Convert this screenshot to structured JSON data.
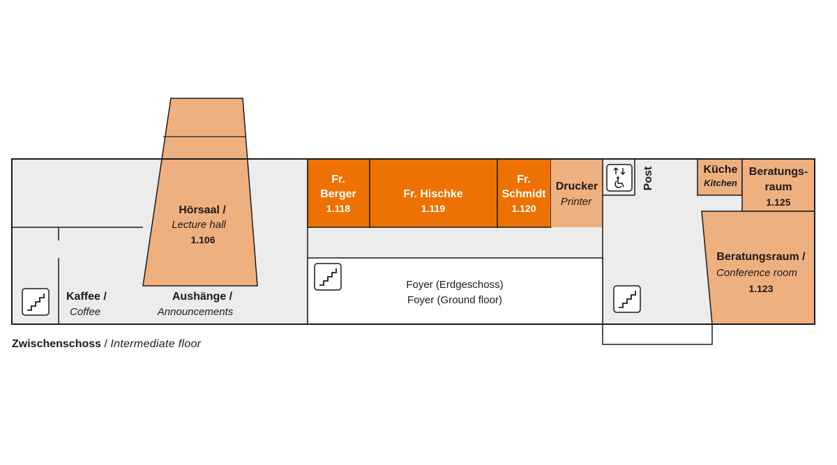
{
  "rooms": {
    "lecture_hall": {
      "name_de": "Hörsaal /",
      "name_en": "Lecture hall",
      "number": "1.106"
    },
    "coffee": {
      "name_de": "Kaffee /",
      "name_en": "Coffee"
    },
    "notices": {
      "name_de": "Aushänge /",
      "name_en": "Announcements"
    },
    "berger": {
      "line1": "Fr.",
      "line2": "Berger",
      "number": "1.118"
    },
    "hischke": {
      "name": "Fr. Hischke",
      "number": "1.119"
    },
    "schmidt": {
      "line1": "Fr.",
      "line2": "Schmidt",
      "number": "1.120"
    },
    "printer": {
      "name_de": "Drucker",
      "name_en": "Printer"
    },
    "post": {
      "name": "Post"
    },
    "kitchen": {
      "name_de": "Küche",
      "name_en": "Kitchen"
    },
    "consult_small": {
      "line1": "Beratungs-",
      "line2": "raum",
      "number": "1.125"
    },
    "conference": {
      "name_de": "Beratungsraum /",
      "name_en": "Conference room",
      "number": "1.123"
    },
    "foyer": {
      "line1": "Foyer (Erdgeschoss)",
      "line2": "Foyer (Ground floor)"
    }
  },
  "icons": [
    "stairs-icon",
    "elevator-icon",
    "wheelchair-icon"
  ],
  "colors": {
    "orange": "#ee7203",
    "light_orange": "#efb07f",
    "corridor": "#ececec",
    "outline": "#1a1a1a"
  },
  "caption": {
    "bold": "Zwischenschoss",
    "sep": " / ",
    "italic": "Intermediate floor"
  }
}
